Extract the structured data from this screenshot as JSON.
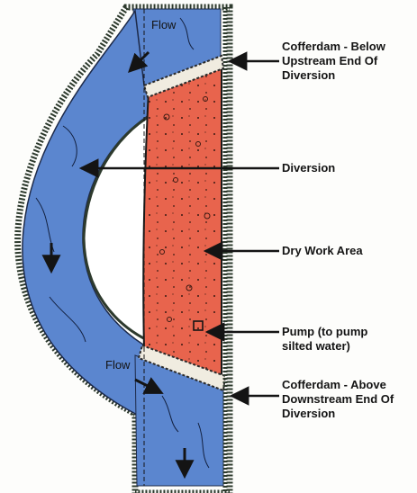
{
  "labels": {
    "flow_top": "Flow",
    "flow_bottom": "Flow",
    "cofferdam_upstream": [
      "Cofferdam - Below",
      "Upstream End Of",
      "Diversion"
    ],
    "diversion": "Diversion",
    "dry_work_area": "Dry Work Area",
    "pump": [
      "Pump (to pump",
      "silted water)"
    ],
    "cofferdam_downstream": [
      "Cofferdam - Above",
      "Downstream End Of",
      "Diversion"
    ]
  },
  "colors": {
    "water": "#5b86cf",
    "dry_area": "#e8644d",
    "grass": "#2d3a2d",
    "cofferdam": "#f0ece0",
    "ink": "#141414",
    "background": "#fdfdfb"
  }
}
